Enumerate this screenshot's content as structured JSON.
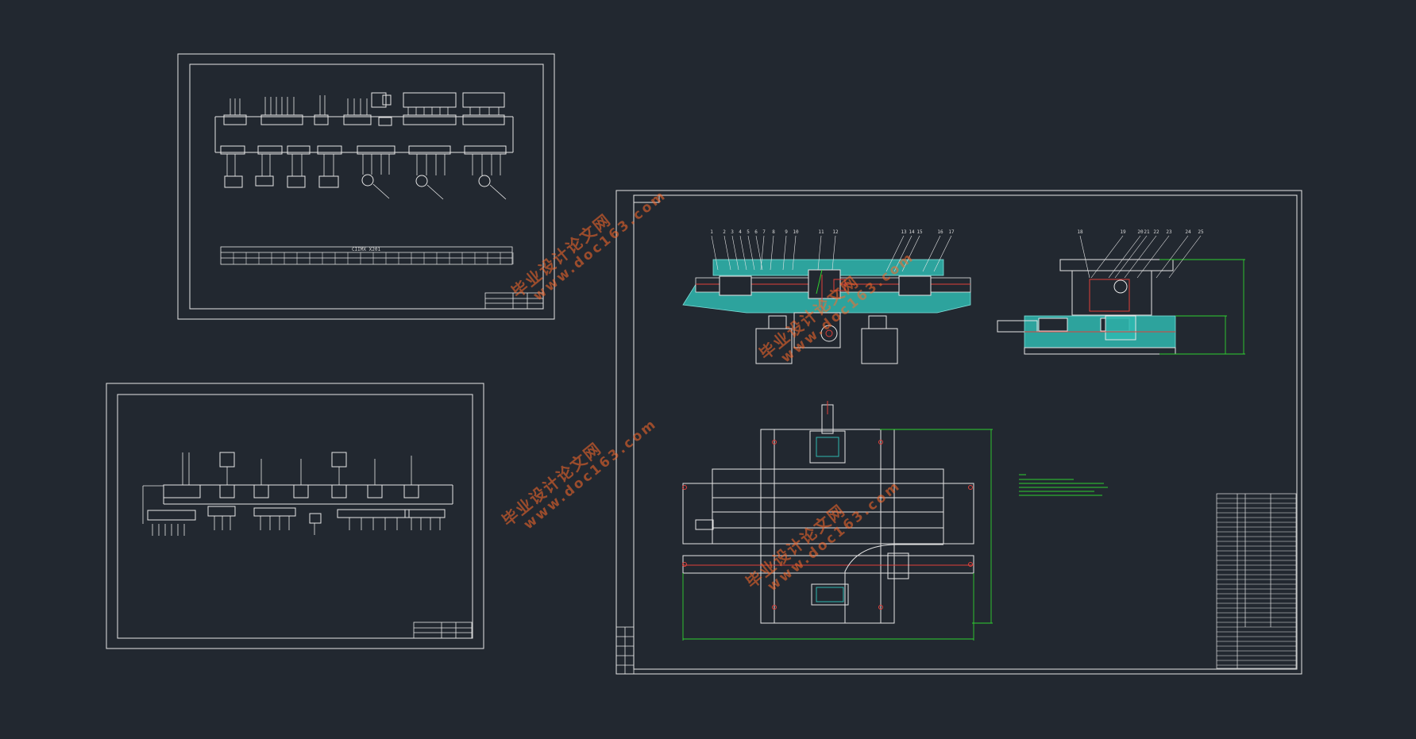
{
  "sheets": [
    {
      "id": "electrical-schematic-a",
      "title_block": "",
      "axis_table_title": "CIIMX X201"
    },
    {
      "id": "electrical-schematic-b",
      "title_block": ""
    },
    {
      "id": "mechanical-assembly",
      "title_block": ""
    }
  ],
  "watermark": {
    "cn": "毕业设计论文网",
    "url": "www.doc163.com"
  },
  "balloons_top_left": [
    "1",
    "2",
    "3",
    "4",
    "5",
    "6",
    "7",
    "8",
    "9",
    "10",
    "11",
    "12"
  ],
  "balloons_top_mid": [
    "13",
    "14",
    "15",
    "16",
    "17"
  ],
  "balloons_top_right": [
    "18",
    "19",
    "20",
    "21",
    "22",
    "23",
    "24",
    "25"
  ],
  "colors": {
    "background": "#222830",
    "line": "#e6e6e6",
    "cyan": "#2fb8b0",
    "green": "#2fd12f",
    "red": "#e0403a",
    "watermark": "#ff6a2a"
  }
}
